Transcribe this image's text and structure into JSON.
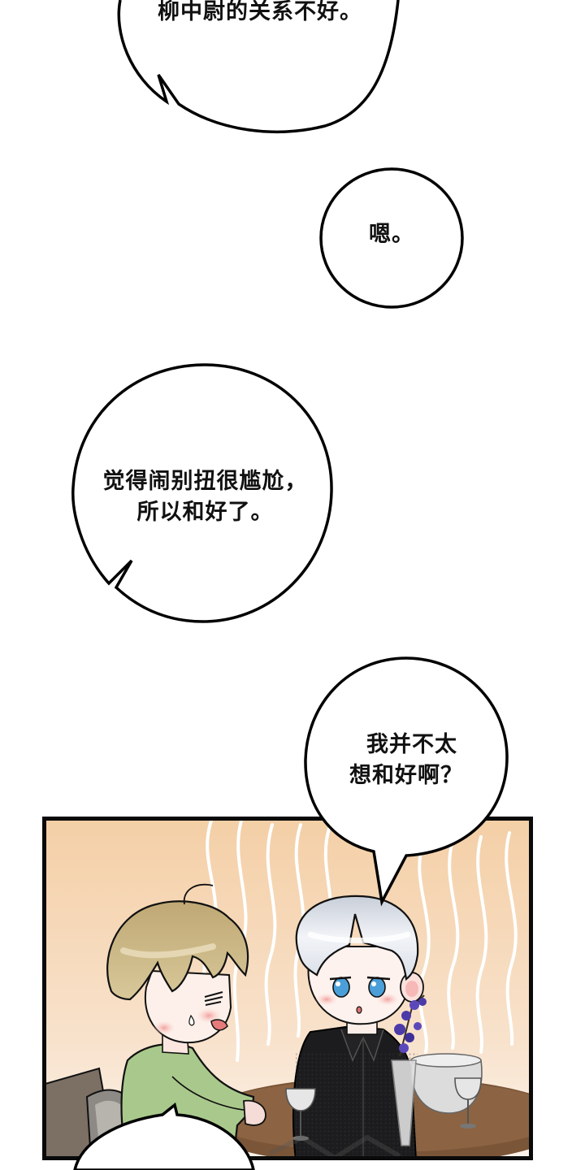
{
  "page": {
    "type": "webtoon-page",
    "background_color": "#ffffff"
  },
  "bubbles": [
    {
      "id": "bubble-1",
      "lines": [
        "柳中尉的关系不好。"
      ],
      "tail_direction": "lower-left",
      "partially_cropped": "top"
    },
    {
      "id": "bubble-2",
      "lines": [
        "嗯。"
      ],
      "tail_direction": "none"
    },
    {
      "id": "bubble-3",
      "lines": [
        "觉得闹别扭很尴尬，",
        "所以和好了。"
      ],
      "tail_direction": "lower-left"
    },
    {
      "id": "bubble-4",
      "lines": [
        "我并不太",
        "想和好啊？"
      ],
      "tail_direction": "down-to-panel"
    },
    {
      "id": "bubble-5",
      "lines": [],
      "partially_cropped": "bottom"
    }
  ],
  "panel": {
    "background_gradient": [
      "#f4cfa6",
      "#fbefe3"
    ],
    "border_color": "#0a0a0a",
    "characters": [
      {
        "name": "blond-character",
        "hair_color": "#c9b27a",
        "clothing_color": "#a9c98c",
        "expression": "flustered"
      },
      {
        "name": "silver-haired-character",
        "hair_color": "#e4e8ee",
        "clothing_color": "#1c1c1e",
        "eye_color": "#4a9fd8",
        "expression": "surprised"
      }
    ],
    "props": [
      "round-wooden-table",
      "wine-glass-left",
      "wine-glass-right",
      "glass-vase-with-purple-flowers",
      "ice-bucket",
      "chair"
    ],
    "table_color": "#7a5538",
    "flower_color": "#4b3aa8"
  }
}
